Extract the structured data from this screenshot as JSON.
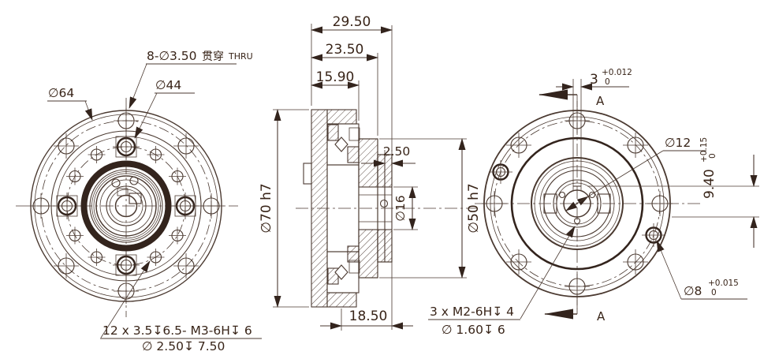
{
  "colors": {
    "line": "#4b3a31",
    "bold": "#33241d",
    "text": "#382418",
    "bg": "#ffffff"
  },
  "front_view": {
    "note_8_holes": "8-∅3.50",
    "note_8_holes_cn": "贯穿",
    "note_8_holes_en": "THRU",
    "dia_44": "∅44",
    "dia_64": "∅64",
    "note_12_holes_line1": "12 x 3.5↧6.5- M3-6H↧ 6",
    "note_12_holes_line2": "∅ 2.50↧ 7.50"
  },
  "section_view": {
    "dim_total_width": "29.50",
    "dim_mid_width": "23.50",
    "dim_body_width": "15.90",
    "dim_pilot_step": "2.50",
    "dim_output_width": "18.50",
    "dia_flange": "∅70 h7",
    "dia_output": "∅50 h7",
    "dia_bore": "∅16"
  },
  "back_view": {
    "keyway_width": "3",
    "keyway_width_tol_upper": "+0.012",
    "keyway_width_tol_lower": "0",
    "section_label_top": "A",
    "section_label_bottom": "A",
    "dia_hollow": "∅12",
    "keyway_depth": "9.40",
    "keyway_depth_tol_upper": "+0.15",
    "keyway_depth_tol_lower": "0",
    "dia_dowel": "∅8",
    "dia_dowel_tol_upper": "+0.015",
    "dia_dowel_tol_lower": "0",
    "note_m2_line1": "3 x M2-6H↧ 4",
    "note_m2_line2": "∅ 1.60↧ 6"
  }
}
